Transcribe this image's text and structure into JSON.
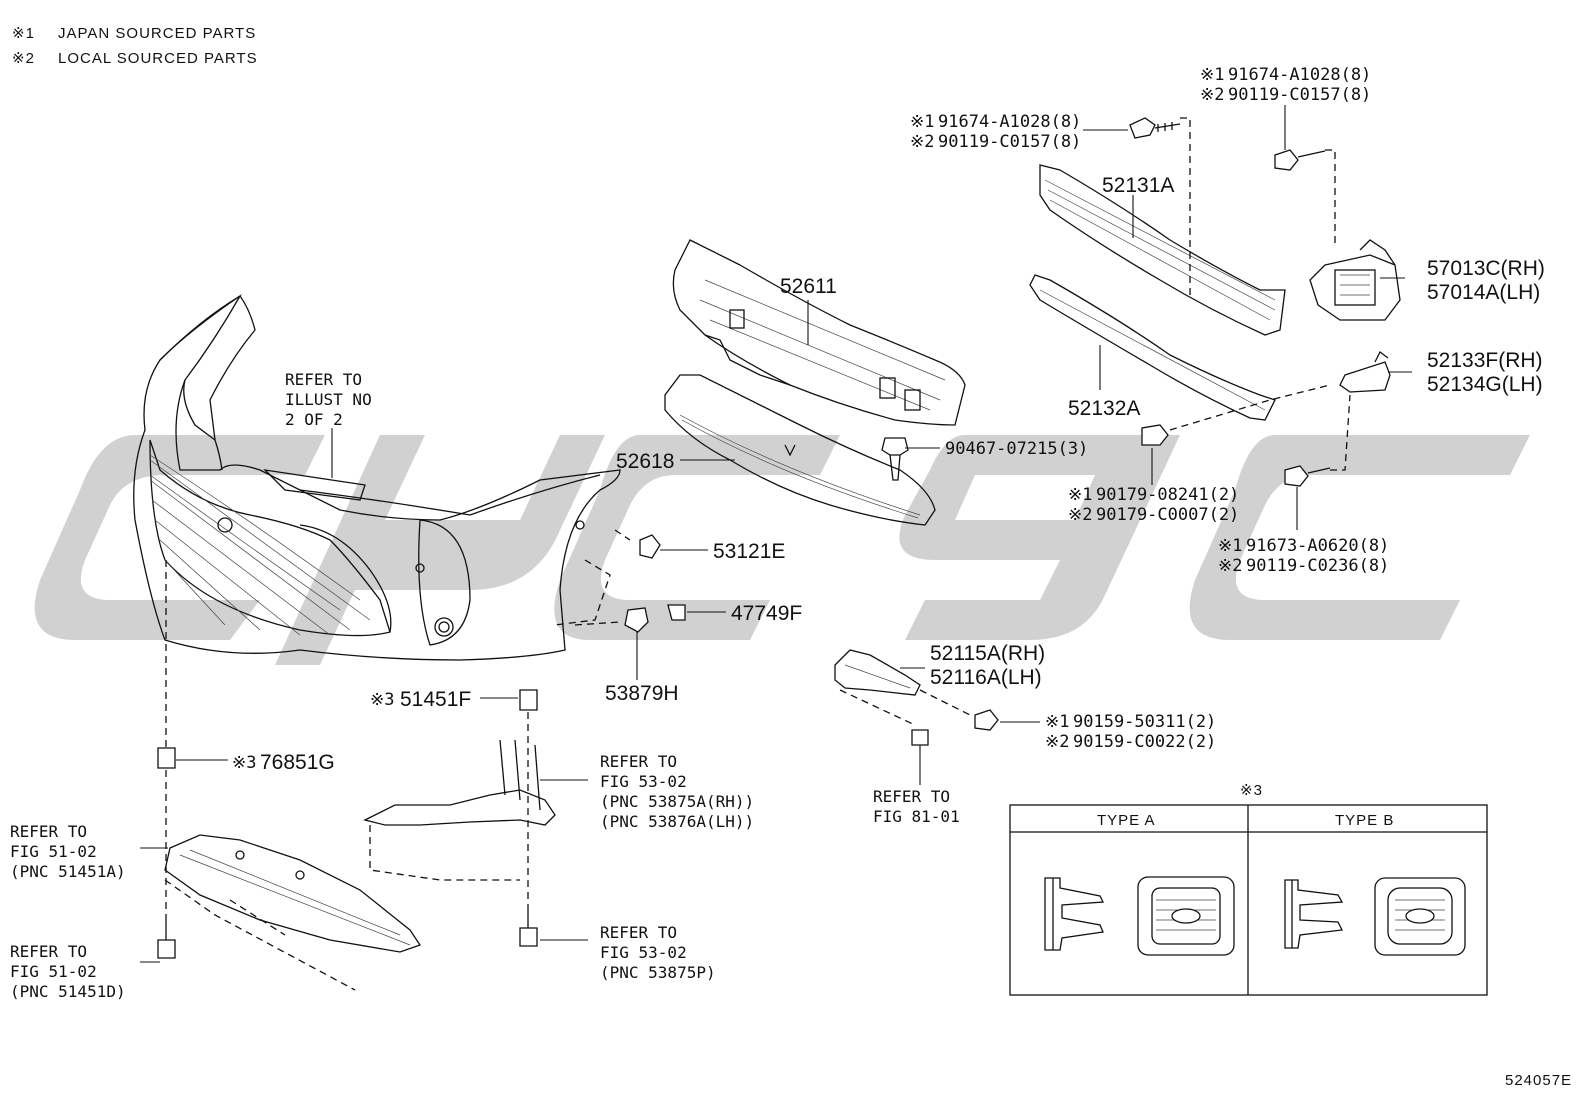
{
  "notes": [
    {
      "mark": "※1",
      "text": "JAPAN SOURCED PARTS"
    },
    {
      "mark": "※2",
      "text": "LOCAL SOURCED PARTS"
    }
  ],
  "parts": {
    "p_52611": "52611",
    "p_52618": "52618",
    "p_52131a": "52131A",
    "p_52132a": "52132A",
    "p_57013c": "57013C(RH)",
    "p_57014a": "57014A(LH)",
    "p_52133f": "52133F(RH)",
    "p_52134g": "52134G(LH)",
    "p_53121e": "53121E",
    "p_47749f": "47749F",
    "p_53879h": "53879H",
    "p_51451f": "51451F",
    "p_76851g": "76851G",
    "p_52115a": "52115A(RH)",
    "p_52116a": "52116A(LH)",
    "p_90467": "90467-07215(3)"
  },
  "fasteners": {
    "top_mid_1": "91674-A1028(8)",
    "top_mid_2": "90119-C0157(8)",
    "top_right_1": "91674-A1028(8)",
    "top_right_2": "90119-C0157(8)",
    "nut_1": "90179-08241(2)",
    "nut_2": "90179-C0007(2)",
    "bolt_r_1": "91673-A0620(8)",
    "bolt_r_2": "90119-C0236(8)",
    "screw_1": "90159-50311(2)",
    "screw_2": "90159-C0022(2)"
  },
  "marks": {
    "m1": "※1",
    "m2": "※2",
    "m3": "※3"
  },
  "refs": {
    "illust": [
      "REFER TO",
      "ILLUST NO",
      "2 OF 2"
    ],
    "fig_53_02_a": [
      "REFER TO",
      "FIG 53-02",
      "(PNC 53875A(RH))",
      "(PNC 53876A(LH))"
    ],
    "fig_53_02_b": [
      "REFER TO",
      "FIG 53-02",
      "(PNC 53875P)"
    ],
    "fig_51_02_a": [
      "REFER TO",
      "FIG 51-02",
      "(PNC 51451A)"
    ],
    "fig_51_02_b": [
      "REFER TO",
      "FIG 51-02",
      "(PNC 51451D)"
    ],
    "fig_81_01": [
      "REFER TO",
      "FIG 81-01"
    ]
  },
  "type_table": {
    "mark": "※3",
    "type_a": "TYPE A",
    "type_b": "TYPE B"
  },
  "figure_id": "524057E"
}
